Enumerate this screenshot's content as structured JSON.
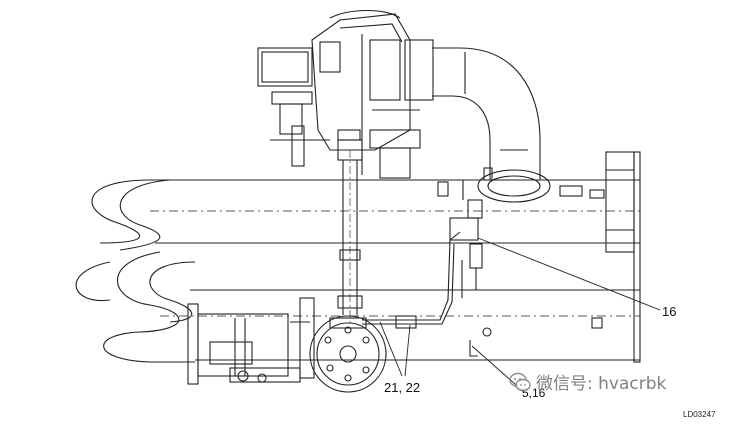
{
  "callouts": {
    "item_16": "16",
    "item_21_22": "21, 22",
    "item_5": "5,16"
  },
  "drawing_id": "LD03247",
  "watermark": {
    "text": "微信号: hvacrbk",
    "icon": "wechat-icon"
  },
  "colors": {
    "line": "#222222",
    "background": "#ffffff",
    "watermark": "#6b6b6b"
  }
}
